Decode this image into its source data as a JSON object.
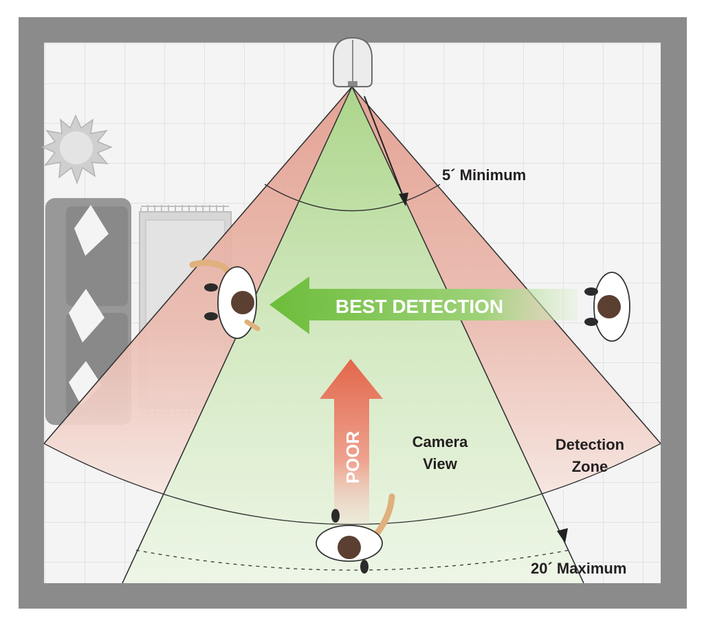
{
  "labels": {
    "min_distance": "5´ Minimum",
    "max_distance": "20´ Maximum",
    "camera_view_line1": "Camera",
    "camera_view_line2": "View",
    "detection_zone_line1": "Detection",
    "detection_zone_line2": "Zone",
    "best_detection": "BEST DETECTION",
    "poor": "POOR"
  },
  "colors": {
    "wall": "#8c8b8b",
    "floor": "#f4f4f4",
    "grid": "#dcdcdc",
    "detection_zone": "#e5a79a",
    "camera_view": "#c6e3b0",
    "best_arrow": "#7cc242",
    "poor_arrow": "#e06d50"
  },
  "icons": {
    "camera": "motion-camera-icon",
    "person": "person-top-view-icon",
    "sofa": "sofa-icon",
    "plant": "plant-icon",
    "rug": "rug-icon"
  }
}
